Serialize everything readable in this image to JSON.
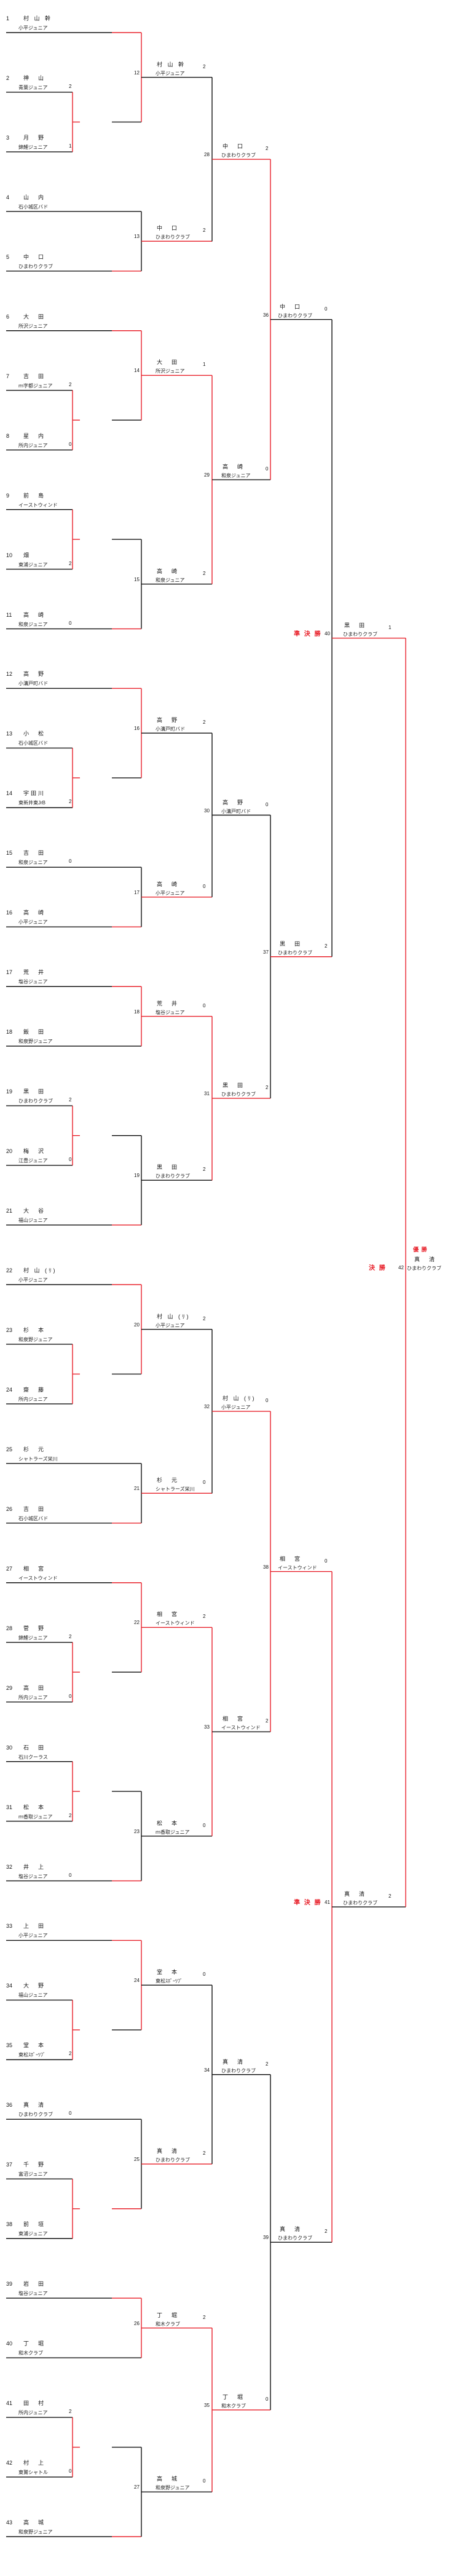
{
  "colors": {
    "win": "#e8202a",
    "line": "#111111"
  },
  "players": [
    {
      "seed": "1",
      "name": "村 山 幹",
      "team": "小平ジュニア"
    },
    {
      "seed": "2",
      "name": "神　山",
      "team": "青葉ジュニア"
    },
    {
      "seed": "3",
      "name": "月　野",
      "team": "錦鯉ジュニア"
    },
    {
      "seed": "4",
      "name": "山　内",
      "team": "石小城区バド"
    },
    {
      "seed": "5",
      "name": "中　口",
      "team": "ひまわりクラブ"
    },
    {
      "seed": "6",
      "name": "大　田",
      "team": "所沢ジュニア"
    },
    {
      "seed": "7",
      "name": "吉　田",
      "team": "ｍ字都ジュニア"
    },
    {
      "seed": "8",
      "name": "星　内",
      "team": "所内ジュニア"
    },
    {
      "seed": "9",
      "name": "前　島",
      "team": "イーストウィンド"
    },
    {
      "seed": "10",
      "name": "畑",
      "team": "東浦ジュニア"
    },
    {
      "seed": "11",
      "name": "高　崎",
      "team": "和泉ジュニア"
    },
    {
      "seed": "12",
      "name": "高　野",
      "team": "小溝戸町バド"
    },
    {
      "seed": "13",
      "name": "小　松",
      "team": "石小城区バド"
    },
    {
      "seed": "14",
      "name": "宇田川",
      "team": "東新井東JrB"
    },
    {
      "seed": "15",
      "name": "吉　田",
      "team": "和泉ジュニア"
    },
    {
      "seed": "16",
      "name": "高　崎",
      "team": "小平ジュニア"
    },
    {
      "seed": "17",
      "name": "荒　井",
      "team": "塩谷ジュニア"
    },
    {
      "seed": "18",
      "name": "飯　田",
      "team": "和泉野ジュニア"
    },
    {
      "seed": "19",
      "name": "黒　田",
      "team": "ひまわりクラブ"
    },
    {
      "seed": "20",
      "name": "梅　沢",
      "team": "江豊ジュニア"
    },
    {
      "seed": "21",
      "name": "大　谷",
      "team": "福山ジュニア"
    },
    {
      "seed": "22",
      "name": "村 山 (ﾘ)",
      "team": "小平ジュニア"
    },
    {
      "seed": "23",
      "name": "杉　本",
      "team": "和泉野ジュニア"
    },
    {
      "seed": "24",
      "name": "齋　藤",
      "team": "所内ジュニア"
    },
    {
      "seed": "25",
      "name": "杉　元",
      "team": "シャトラーズ栄川"
    },
    {
      "seed": "26",
      "name": "吉　田",
      "team": "石小城区バド"
    },
    {
      "seed": "27",
      "name": "相　宮",
      "team": "イーストウィンド"
    },
    {
      "seed": "28",
      "name": "菅　野",
      "team": "錦鯉ジュニア"
    },
    {
      "seed": "29",
      "name": "高　田",
      "team": "所内ジュニア"
    },
    {
      "seed": "30",
      "name": "石　田",
      "team": "石川クーラス"
    },
    {
      "seed": "31",
      "name": "松　本",
      "team": "ｍ香取ジュニア"
    },
    {
      "seed": "32",
      "name": "井　上",
      "team": "塩谷ジュニア"
    },
    {
      "seed": "33",
      "name": "上　田",
      "team": "小平ジュニア"
    },
    {
      "seed": "34",
      "name": "大　野",
      "team": "福山ジュニア"
    },
    {
      "seed": "35",
      "name": "堂　本",
      "team": "東松ｽﾎﾟｰﾂﾌﾞ"
    },
    {
      "seed": "36",
      "name": "真　清",
      "team": "ひまわりクラブ"
    },
    {
      "seed": "37",
      "name": "千　野",
      "team": "富沼ジュニア"
    },
    {
      "seed": "38",
      "name": "前　垣",
      "team": "東浦ジュニア"
    },
    {
      "seed": "39",
      "name": "岩　田",
      "team": "塩谷ジュニア"
    },
    {
      "seed": "40",
      "name": "丁　堀",
      "team": "和木クラブ"
    },
    {
      "seed": "41",
      "name": "田　村",
      "team": "所内ジュニア"
    },
    {
      "seed": "42",
      "name": "村　上",
      "team": "東鷲シャトル"
    },
    {
      "seed": "43",
      "name": "高　城",
      "team": "和泉野ジュニア"
    }
  ],
  "first_round_scores": [
    "",
    "2",
    "1",
    "",
    "",
    "",
    "2",
    "0",
    "",
    "2",
    "0",
    "",
    "",
    "2",
    "0",
    "",
    "",
    "",
    "2",
    "0",
    "",
    "",
    "",
    "",
    "",
    "",
    "",
    "2",
    "0",
    "",
    "2",
    "0",
    "",
    "",
    "2",
    "0",
    "",
    "",
    "",
    "",
    "2",
    "0",
    ""
  ],
  "rounds": [
    [
      {
        "name": "神　山",
        "team": "青葉ジュニア",
        "s": "0"
      },
      {
        "name": "屋　内",
        "team": "所内ジュニア",
        "s": "2"
      },
      {
        "name": "前　島",
        "team": "イーストウィンド",
        "s": "1"
      },
      {
        "name": "宇田川",
        "team": "東新井東JrB",
        "s": "0"
      },
      {
        "name": "黒　田",
        "team": "ひまわりクラブ",
        "s": "2"
      },
      {
        "name": "齋　藤",
        "team": "所内ジュニア",
        "s": "0"
      },
      {
        "name": "菅　野",
        "team": "錦鯉ジュニア",
        "s": "0"
      },
      {
        "name": "松　本",
        "team": "ｍ香取ジュニア",
        "s": "1"
      },
      {
        "name": "堂　本",
        "team": "東松ｽﾎﾟｰﾂﾌﾞ",
        "s": "0"
      },
      {
        "name": "真　清",
        "team": "ひまわりクラブ",
        "s": "2"
      },
      {
        "name": "田　村",
        "team": "所内ジュニア",
        "s": "0"
      }
    ],
    [
      {
        "name": "村 山 幹",
        "team": "小平ジュニア",
        "s": "2"
      },
      {
        "name": "中　口",
        "team": "ひまわりクラブ",
        "s": "2"
      },
      {
        "name": "大　田",
        "team": "所沢ジュニア",
        "s": "1"
      },
      {
        "name": "高　崎",
        "team": "和泉ジュニア",
        "s": "2"
      },
      {
        "name": "高　野",
        "team": "小溝戸町バド",
        "s": "2"
      },
      {
        "name": "高　崎",
        "team": "小平ジュニア",
        "s": "0"
      },
      {
        "name": "荒　井",
        "team": "塩谷ジュニア",
        "s": "0"
      },
      {
        "name": "黒　田",
        "team": "ひまわりクラブ",
        "s": "2"
      },
      {
        "name": "村 山 (ﾘ)",
        "team": "小平ジュニア",
        "s": "2"
      },
      {
        "name": "杉　元",
        "team": "シャトラーズ栄川",
        "s": "0"
      },
      {
        "name": "相　宮",
        "team": "イーストウィンド",
        "s": "2"
      },
      {
        "name": "松　本",
        "team": "ｍ香取ジュニア",
        "s": "0"
      },
      {
        "name": "堂　本",
        "team": "東松ｽﾎﾟｰﾂﾌﾞ",
        "s": "0"
      },
      {
        "name": "真　清",
        "team": "ひまわりクラブ",
        "s": "2"
      },
      {
        "name": "丁　堀",
        "team": "和木クラブ",
        "s": "2"
      },
      {
        "name": "高　城",
        "team": "和泉野ジュニア",
        "s": "0"
      }
    ],
    [
      {
        "name": "中　口",
        "team": "ひまわりクラブ",
        "s": "2"
      },
      {
        "name": "高　崎",
        "team": "和泉ジュニア",
        "s": "0"
      },
      {
        "name": "高　野",
        "team": "小溝戸町バド",
        "s": "0"
      },
      {
        "name": "黒　田",
        "team": "ひまわりクラブ",
        "s": "2"
      },
      {
        "name": "村 山 (ﾘ)",
        "team": "小平ジュニア",
        "s": "0"
      },
      {
        "name": "相　宮",
        "team": "イーストウィンド",
        "s": "2"
      },
      {
        "name": "真　清",
        "team": "ひまわりクラブ",
        "s": "2"
      },
      {
        "name": "丁　堀",
        "team": "和木クラブ",
        "s": "0"
      }
    ],
    [
      {
        "name": "中　口",
        "team": "ひまわりクラブ",
        "s": "0"
      },
      {
        "name": "黒　田",
        "team": "ひまわりクラブ",
        "s": "2"
      },
      {
        "name": "相　宮",
        "team": "イーストウィンド",
        "s": "0"
      },
      {
        "name": "真　清",
        "team": "ひまわりクラブ",
        "s": "2"
      }
    ],
    [
      {
        "name": "黒　田",
        "team": "ひまわりクラブ",
        "s": "1"
      },
      {
        "name": "真　清",
        "team": "ひまわりクラブ",
        "s": "2"
      }
    ],
    [
      {
        "name": "真　清",
        "team": "ひまわりクラブ",
        "s": ""
      }
    ]
  ],
  "match_numbers": [
    [
      "1",
      "2",
      "3",
      "4",
      "5",
      "6",
      "7",
      "8",
      "9",
      "10",
      "11"
    ],
    [
      "12",
      "13",
      "14",
      "15",
      "16",
      "17",
      "18",
      "19",
      "20",
      "21",
      "22",
      "23",
      "24",
      "25",
      "26",
      "27"
    ],
    [
      "28",
      "29",
      "30",
      "31",
      "32",
      "33",
      "34",
      "35"
    ],
    [
      "36",
      "37",
      "38",
      "39"
    ],
    [
      "40",
      "41"
    ],
    [
      "42"
    ]
  ],
  "labels": {
    "semi": [
      "準 決 勝",
      "準 決 勝"
    ],
    "final": "決 勝",
    "champion": "優 勝"
  }
}
